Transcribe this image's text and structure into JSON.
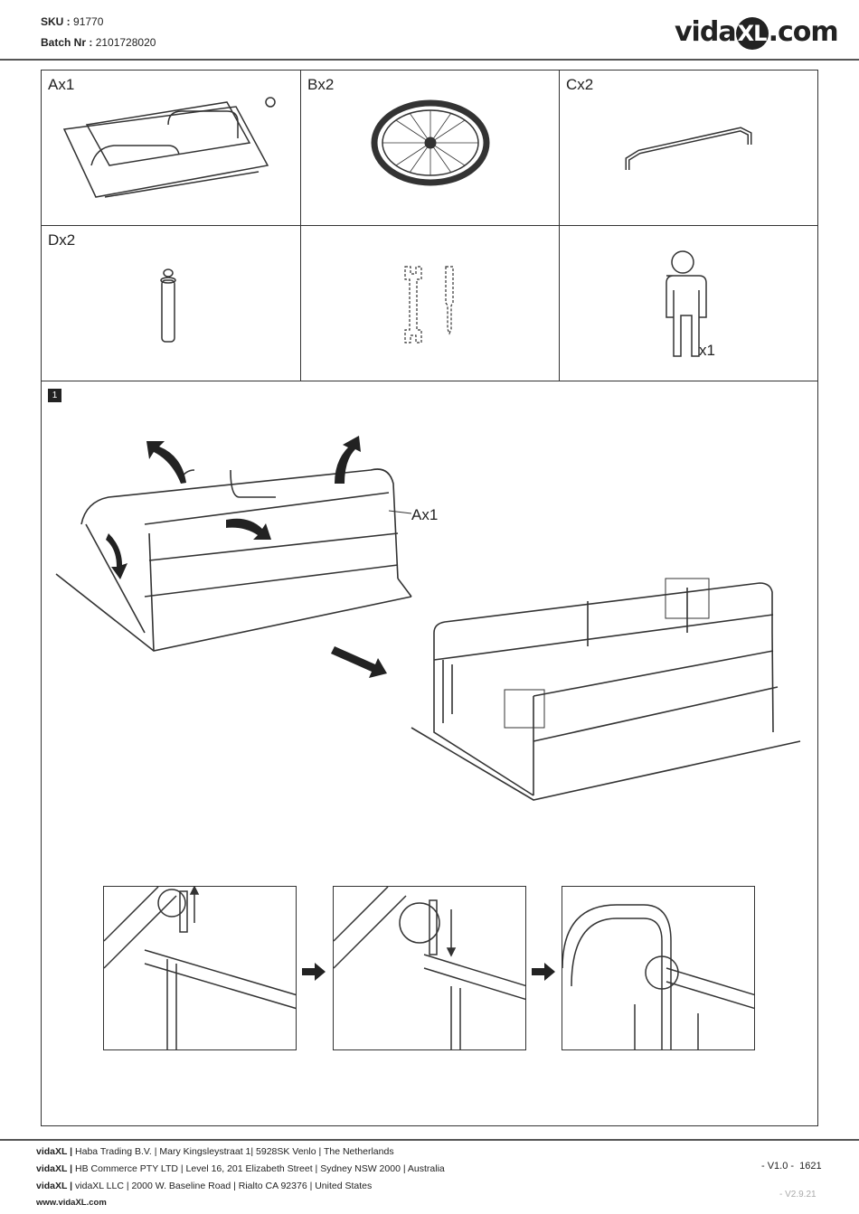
{
  "header": {
    "sku_label": "SKU :",
    "sku": "91770",
    "batch_label": "Batch Nr :",
    "batch": "2101728020",
    "logo": "vidaXL.com"
  },
  "parts": [
    {
      "label": "Ax1"
    },
    {
      "label": "Bx2"
    },
    {
      "label": "Cx2"
    },
    {
      "label": "Dx2"
    },
    {
      "label": ""
    },
    {
      "label": ""
    }
  ],
  "person_count": "x1",
  "step": {
    "number": "1",
    "callout": "Ax1"
  },
  "footer": {
    "brand": "vidaXL |",
    "lines": [
      "Haba Trading B.V. | Mary Kingsleystraat 1| 5928SK Venlo | The Netherlands",
      "HB Commerce PTY LTD | Level 16, 201 Elizabeth Street | Sydney NSW 2000 | Australia",
      "vidaXL LLC | 2000 W. Baseline Road | Rialto CA 92376 | United States"
    ],
    "website": "www.vidaXL.com",
    "version": "- V1.0 -  1621",
    "doc_version": "- V2.9.21"
  }
}
